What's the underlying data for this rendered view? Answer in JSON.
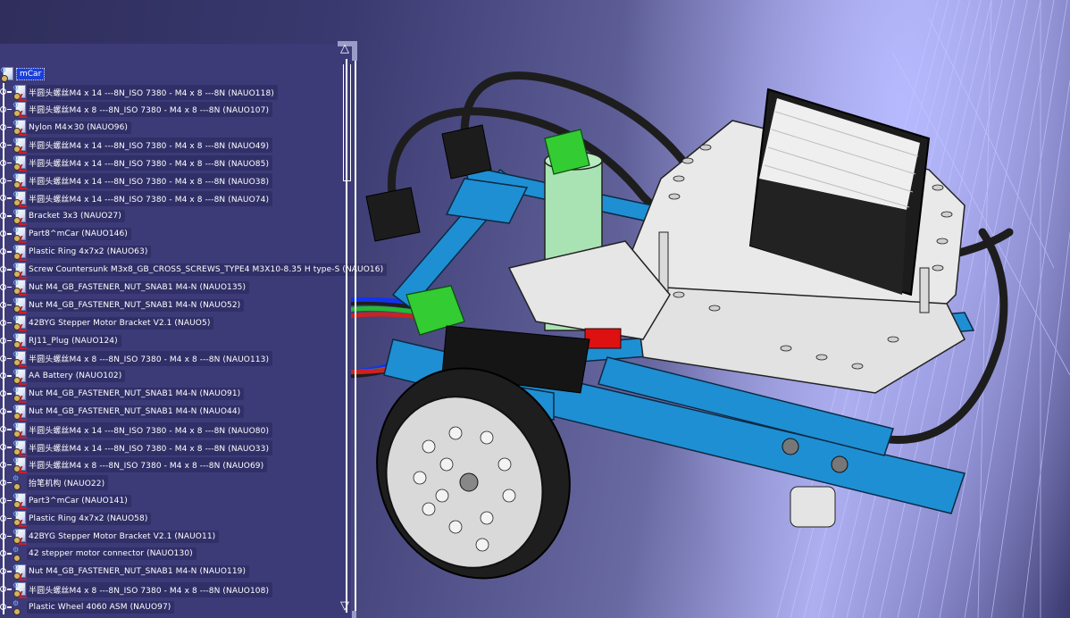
{
  "app": {
    "type": "CAD assembly viewer",
    "background": {
      "top": "#33325f",
      "panel": "#3d3a78",
      "highlight": "#b8baff"
    }
  },
  "tree": {
    "root": {
      "label": "mCar",
      "selected": true
    },
    "items": [
      {
        "label": "半圆头螺丝M4 x 14 ---8N_ISO 7380 - M4 x 8 ---8N (NAUO118)",
        "icon": "part-icon"
      },
      {
        "label": "半圆头螺丝M4 x 8 ---8N_ISO 7380 - M4 x 8 ---8N (NAUO107)",
        "icon": "part-icon"
      },
      {
        "label": "Nylon M4×30 (NAUO96)",
        "icon": "part-icon"
      },
      {
        "label": "半圆头螺丝M4 x 14 ---8N_ISO 7380 - M4 x 8 ---8N (NAUO49)",
        "icon": "part-icon"
      },
      {
        "label": "半圆头螺丝M4 x 14 ---8N_ISO 7380 - M4 x 8 ---8N (NAUO85)",
        "icon": "part-icon"
      },
      {
        "label": "半圆头螺丝M4 x 14 ---8N_ISO 7380 - M4 x 8 ---8N (NAUO38)",
        "icon": "part-icon"
      },
      {
        "label": "半圆头螺丝M4 x 14 ---8N_ISO 7380 - M4 x 8 ---8N (NAUO74)",
        "icon": "part-icon"
      },
      {
        "label": "Bracket 3x3 (NAUO27)",
        "icon": "part-icon"
      },
      {
        "label": "Part8^mCar (NAUO146)",
        "icon": "part-icon"
      },
      {
        "label": "Plastic Ring 4x7x2 (NAUO63)",
        "icon": "part-icon"
      },
      {
        "label": "Screw Countersunk M3x8_GB_CROSS_SCREWS_TYPE4 M3X10-8.35 H type-S (NAUO16)",
        "icon": "part-icon"
      },
      {
        "label": "Nut M4_GB_FASTENER_NUT_SNAB1 M4-N (NAUO135)",
        "icon": "part-icon"
      },
      {
        "label": "Nut M4_GB_FASTENER_NUT_SNAB1 M4-N (NAUO52)",
        "icon": "part-icon"
      },
      {
        "label": "42BYG Stepper Motor Bracket V2.1 (NAUO5)",
        "icon": "part-icon"
      },
      {
        "label": "RJ11_Plug (NAUO124)",
        "icon": "part-icon"
      },
      {
        "label": "半圆头螺丝M4 x 8 ---8N_ISO 7380 - M4 x 8 ---8N (NAUO113)",
        "icon": "part-icon"
      },
      {
        "label": "AA Battery (NAUO102)",
        "icon": "part-icon"
      },
      {
        "label": "Nut M4_GB_FASTENER_NUT_SNAB1 M4-N (NAUO91)",
        "icon": "part-icon"
      },
      {
        "label": "Nut M4_GB_FASTENER_NUT_SNAB1 M4-N (NAUO44)",
        "icon": "part-icon"
      },
      {
        "label": "半圆头螺丝M4 x 14 ---8N_ISO 7380 - M4 x 8 ---8N (NAUO80)",
        "icon": "part-icon"
      },
      {
        "label": "半圆头螺丝M4 x 14 ---8N_ISO 7380 - M4 x 8 ---8N (NAUO33)",
        "icon": "part-icon"
      },
      {
        "label": "半圆头螺丝M4 x 8 ---8N_ISO 7380 - M4 x 8 ---8N (NAUO69)",
        "icon": "part-icon"
      },
      {
        "label": "抬笔机构 (NAUO22)",
        "icon": "product-icon"
      },
      {
        "label": "Part3^mCar (NAUO141)",
        "icon": "part-icon"
      },
      {
        "label": "Plastic Ring 4x7x2 (NAUO58)",
        "icon": "part-icon"
      },
      {
        "label": "42BYG Stepper Motor Bracket V2.1 (NAUO11)",
        "icon": "part-icon"
      },
      {
        "label": "42 stepper motor connector (NAUO130)",
        "icon": "product-icon"
      },
      {
        "label": "Nut M4_GB_FASTENER_NUT_SNAB1 M4-N (NAUO119)",
        "icon": "part-icon"
      },
      {
        "label": "半圆头螺丝M4 x 8 ---8N_ISO 7380 - M4 x 8 ---8N (NAUO108)",
        "icon": "part-icon"
      },
      {
        "label": "Plastic Wheel 4060 ASM (NAUO97)",
        "icon": "product-icon"
      }
    ]
  },
  "scrollbar": {
    "up_arrow": "△",
    "down_arrow": "▽"
  },
  "viewport": {
    "model": "mCar robot assembly",
    "colors": {
      "frame": "#1e8fd0",
      "cable": "#222222",
      "plate": "#e8e8e8",
      "battery_box": "#1a1a1a",
      "connector": "#33cc33",
      "cylinder": "#a8e0b0",
      "button": "#dd1111"
    }
  }
}
